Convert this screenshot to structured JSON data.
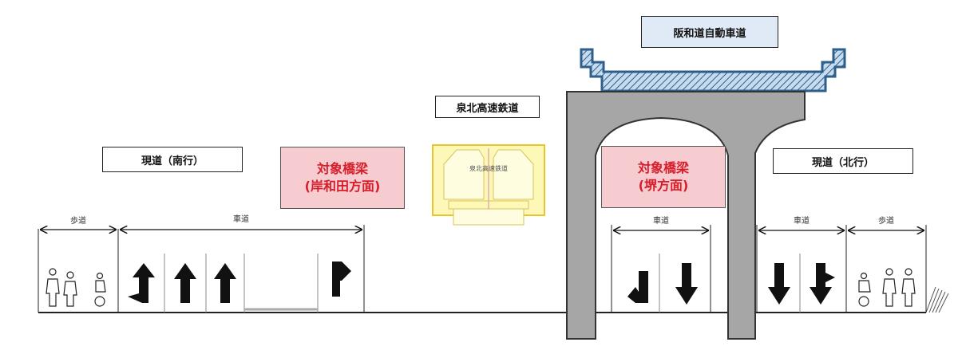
{
  "labels": {
    "expressway": "阪和道自動車道",
    "railway": "泉北高速鉄道",
    "railway_inner": "泉北高速鉄道",
    "road_south": "現道（南行）",
    "road_north": "現道（北行）",
    "target_bridge_kishiwada_line1": "対象橋梁",
    "target_bridge_kishiwada_line2": "(岸和田方面)",
    "target_bridge_sakai_line1": "対象橋梁",
    "target_bridge_sakai_line2": "(堺方面)"
  },
  "dimensions": {
    "sidewalk_left": "歩道",
    "carriageway_left": "車道",
    "carriageway_center": "車道",
    "carriageway_right": "車道",
    "sidewalk_right": "歩道"
  },
  "colors": {
    "pier": "#a6a6a6",
    "deck_fill": "#c7dbef",
    "deck_stroke": "#2e5f8a",
    "railway_fill": "#fdf7b8",
    "railway_stroke": "#e7c62a",
    "target_fill": "#f7ccd0",
    "target_text": "#d61e2b"
  }
}
